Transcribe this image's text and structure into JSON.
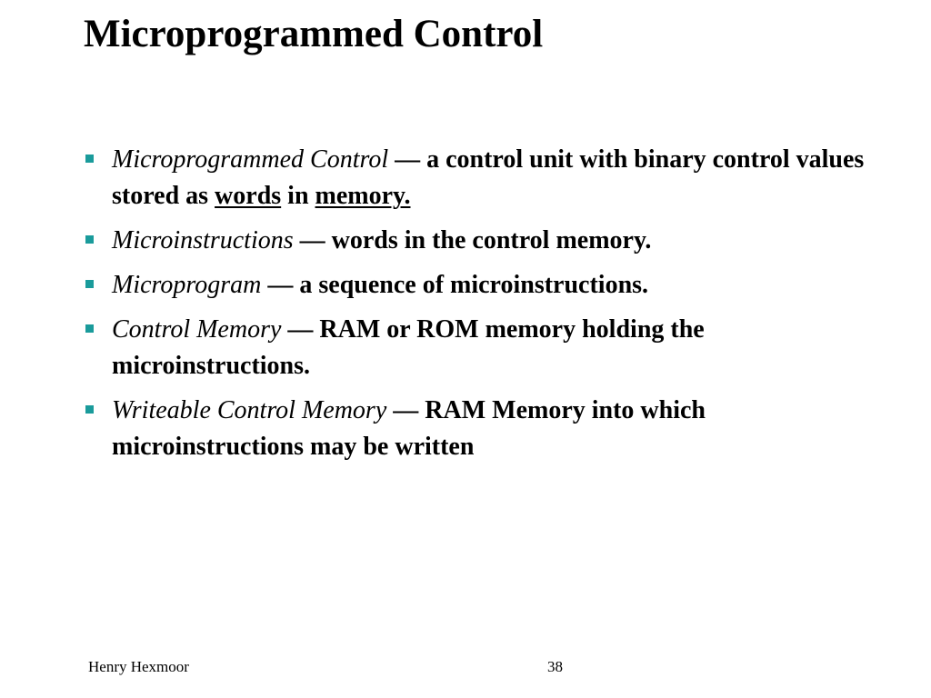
{
  "slide": {
    "title": "Microprogrammed Control",
    "bullets": [
      {
        "term": "Microprogrammed Control",
        "dash": " — ",
        "text": "a control unit with binary control values stored as ",
        "link1": "words",
        "mid": " in ",
        "link2": "memory."
      },
      {
        "term": "Microinstructions",
        "dash": " — ",
        "text": "words in the control memory."
      },
      {
        "term": "Microprogram",
        "dash": " — ",
        "text": "a sequence of microinstructions."
      },
      {
        "term": "Control Memory",
        "dash": " — ",
        "text": "RAM or ROM memory holding the microinstructions."
      },
      {
        "term": "Writeable Control Memory",
        "dash": " — ",
        "text": "RAM Memory into which microinstructions may be written"
      }
    ],
    "bullet_color": "#1a9b9b"
  },
  "footer": {
    "author": "Henry Hexmoor",
    "page_number": "38"
  }
}
